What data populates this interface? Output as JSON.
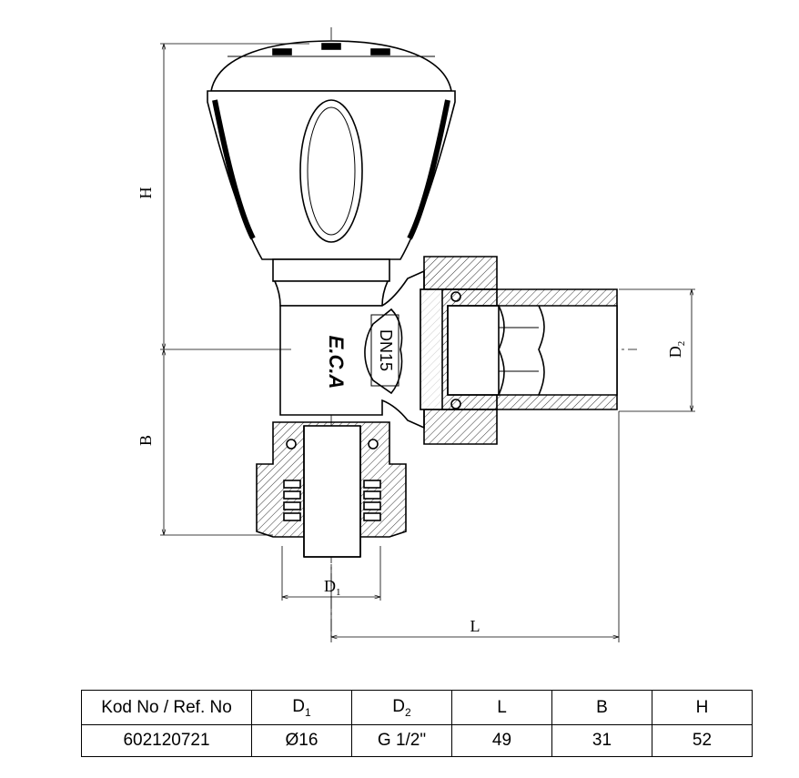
{
  "drawing": {
    "labels": {
      "h": "H",
      "b": "B",
      "l": "L",
      "d1_main": "D",
      "d1_sub": "1",
      "d2_main": "D",
      "d2_sub": "2",
      "body_mark_dn": "DN15",
      "body_mark_brand": "E.C.A"
    }
  },
  "table": {
    "headers": [
      {
        "main": "Kod No / Ref. No",
        "sub": ""
      },
      {
        "main": "D",
        "sub": "1"
      },
      {
        "main": "D",
        "sub": "2"
      },
      {
        "main": "L",
        "sub": ""
      },
      {
        "main": "B",
        "sub": ""
      },
      {
        "main": "H",
        "sub": ""
      }
    ],
    "rows": [
      [
        "602120721",
        "Ø16",
        "G 1/2\"",
        "49",
        "31",
        "52"
      ]
    ]
  }
}
